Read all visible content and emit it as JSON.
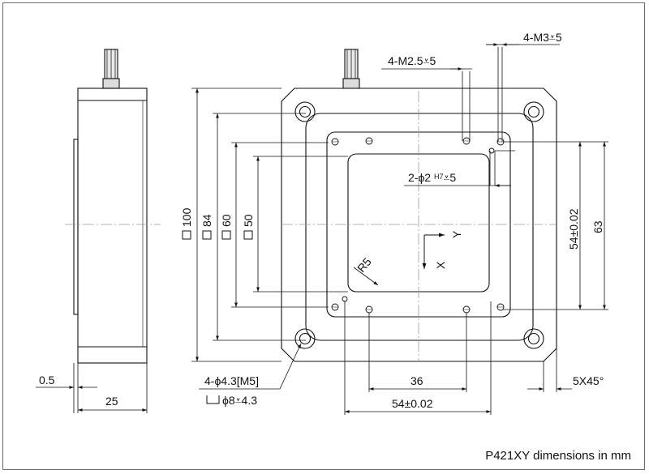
{
  "caption": "P421XY dimensions in mm",
  "labels": {
    "m3": "4-M3",
    "m3_depth": "5",
    "m25": "4-M2.5",
    "m25_depth": "5",
    "phi2": "2-ϕ2",
    "phi2_tol": "H7",
    "phi2_depth": "5",
    "sq100": "100",
    "sq84": "84",
    "sq60": "60",
    "sq50": "50",
    "v54": "54±0.02",
    "v63": "63",
    "r5": "R5",
    "axis_x": "X",
    "axis_y": "Y",
    "d36": "36",
    "h54": "54±0.02",
    "chamfer": "5X45°",
    "thick05": "0.5",
    "thick25": "25",
    "hole": "4-ϕ4.3[M5]",
    "cbore": "ϕ8",
    "cbore_depth": "4.3"
  },
  "colors": {
    "line": "#111111",
    "center": "#9a9a9a",
    "frame": "#6a6a6a"
  },
  "symbols": {
    "square": "square-symbol",
    "depth": "depth-symbol",
    "counterbore": "counterbore-symbol"
  }
}
